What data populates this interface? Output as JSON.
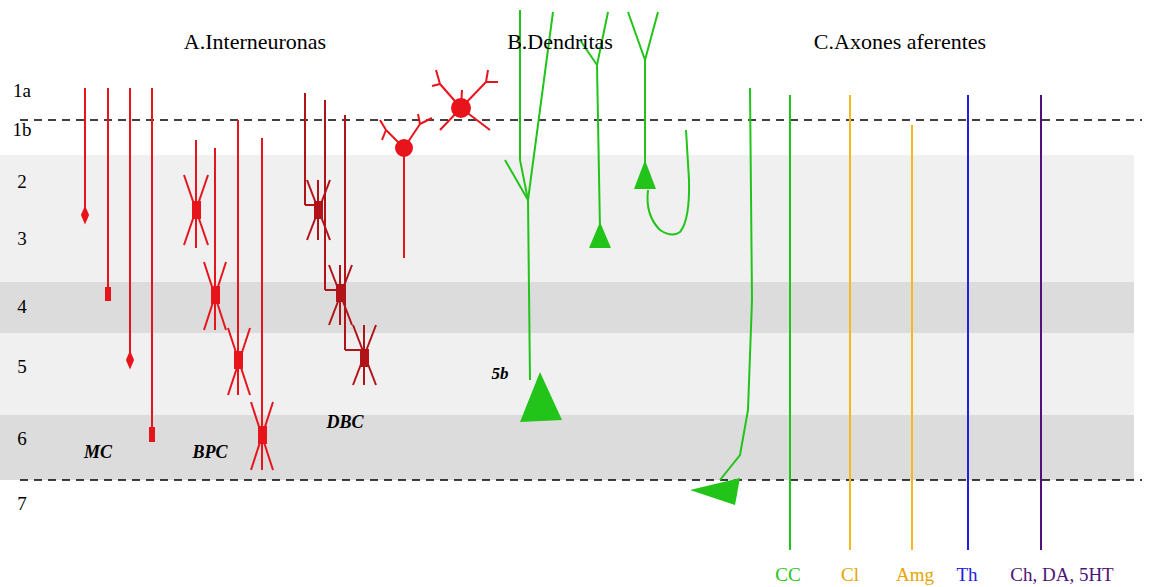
{
  "diagram": {
    "labels": [
      "A.Interneuronas",
      "B.Dendritas",
      "C.Axones aferentes",
      "1a",
      "1b",
      "2",
      "3",
      "4",
      "5",
      "6",
      "7",
      "MC",
      "BPC",
      "DBC",
      "5b",
      "CC",
      "Cl",
      "Amg",
      "Th",
      "Ch, DA, 5HT"
    ]
  }
}
